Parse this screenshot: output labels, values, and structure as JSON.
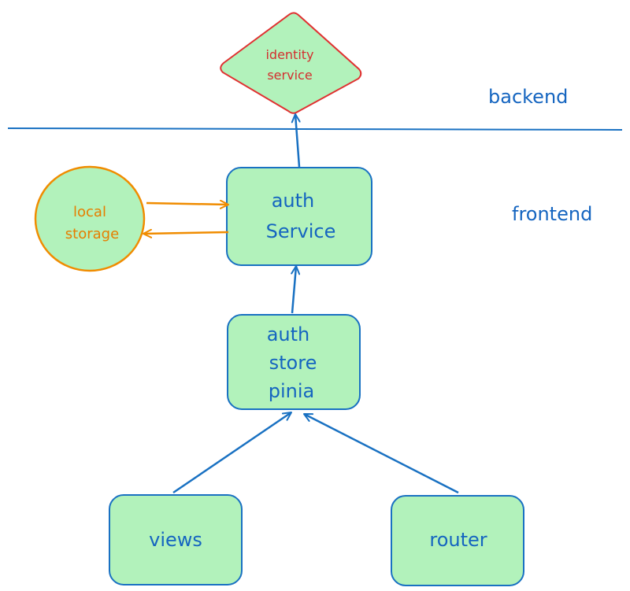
{
  "zones": {
    "backend": "backend",
    "frontend": "frontend"
  },
  "nodes": {
    "identity_service": [
      "identity",
      "service"
    ],
    "local_storage": [
      "local",
      "storage"
    ],
    "auth_service": [
      "auth",
      "Service"
    ],
    "auth_store": [
      "auth",
      "store",
      "pinia"
    ],
    "views": [
      "views"
    ],
    "router": [
      "router"
    ]
  },
  "colors": {
    "node_fill": "#b2f2bb",
    "node_stroke": "#1971c2",
    "identity_stroke": "#e03131",
    "storage_stroke": "#f08c00",
    "text_blue": "#1565c0",
    "text_red": "#d32f2f",
    "text_orange": "#e67e00"
  }
}
